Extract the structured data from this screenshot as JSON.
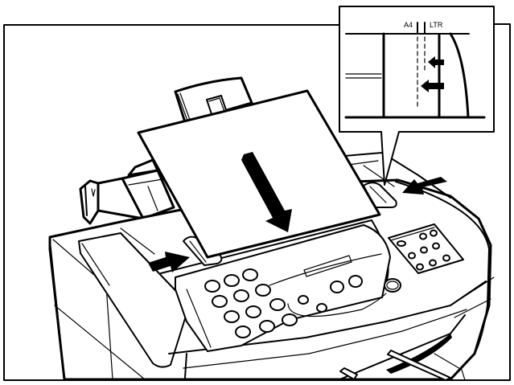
{
  "figure": {
    "type": "instructional line illustration",
    "subject": "Loading a sheet of paper into the document/paper feeder and adjusting the paper guides",
    "colors": {
      "line": "#000000",
      "background": "#ffffff"
    }
  },
  "inset": {
    "labels": {
      "a4": "A4",
      "ltr": "LTR"
    },
    "description": "Close-up of paper guide alignment marks for A4 and LTR sizes, with two arrows pointing left toward the guide marks"
  },
  "callouts": {
    "paper_arrow": "down-arrow",
    "left_guide_arrow": "right-arrow",
    "right_guide_arrow": "left-arrow"
  }
}
